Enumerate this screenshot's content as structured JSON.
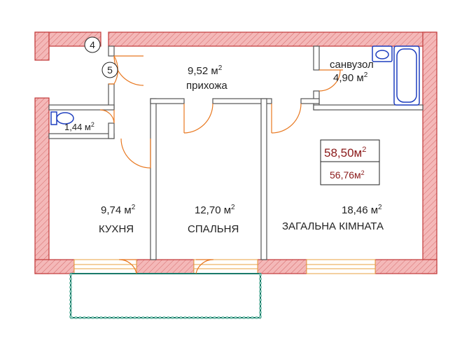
{
  "rooms": {
    "hallway": {
      "area": "9,52 м",
      "sup": "2",
      "name": "прихожа"
    },
    "bathroom": {
      "name": "санвузол",
      "area": "4,90 м",
      "sup": "2"
    },
    "toilet": {
      "area": "1,44 м",
      "sup": "2"
    },
    "kitchen": {
      "area": "9,74 м",
      "sup": "2",
      "name": "КУХНЯ"
    },
    "bedroom": {
      "area": "12,70 м",
      "sup": "2",
      "name": "СПАЛЬНЯ"
    },
    "living": {
      "area": "18,46 м",
      "sup": "2",
      "name": "ЗАГАЛЬНА КІМНАТА"
    }
  },
  "totals": {
    "total": {
      "value": "58,50м",
      "sup": "2"
    },
    "living": {
      "value": "56,76м",
      "sup": "2"
    }
  },
  "markers": [
    "4",
    "5"
  ],
  "colors": {
    "wall_fill": "#f4b8b8",
    "wall_stroke": "#c23a3a",
    "partition": "#555555",
    "door_arc": "#e87820",
    "window": "#e8a040",
    "balcony": "#1a7a6a",
    "fixture": "#1f3fbf",
    "total_text": "#8b1a1a"
  }
}
